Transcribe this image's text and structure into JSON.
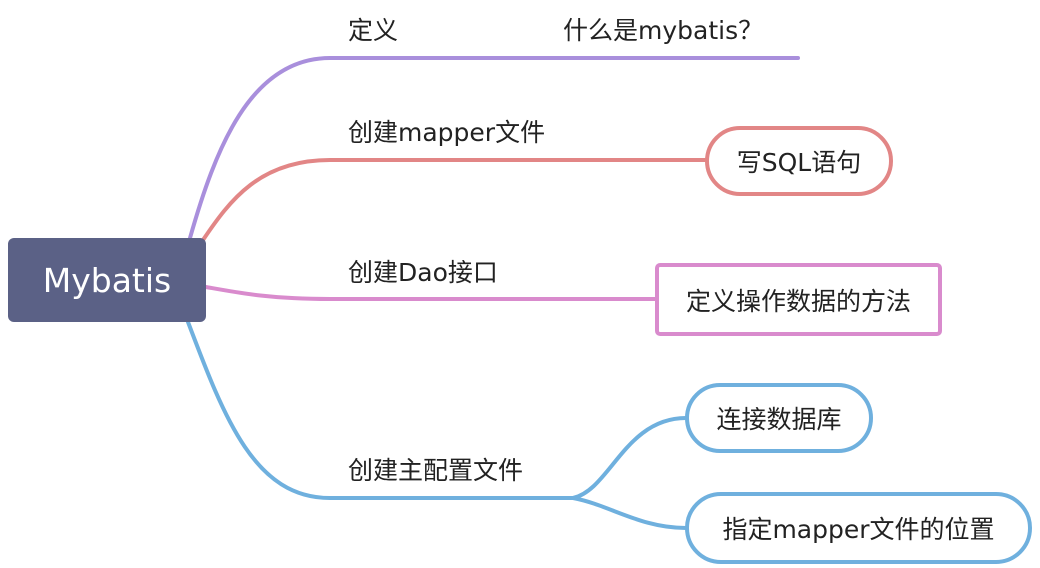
{
  "root": {
    "label": "Mybatis"
  },
  "branches": [
    {
      "label": "定义",
      "detail": "什么是mybatis？",
      "color": "#a98fdc"
    },
    {
      "label": "创建mapper文件",
      "children": [
        "写SQL语句"
      ],
      "color": "#e28686"
    },
    {
      "label": "创建Dao接口",
      "children": [
        "定义操作数据的方法"
      ],
      "color": "#d98bcd"
    },
    {
      "label": "创建主配置文件",
      "children": [
        "连接数据库",
        "指定mapper文件的位置"
      ],
      "color": "#6fb0de"
    }
  ]
}
